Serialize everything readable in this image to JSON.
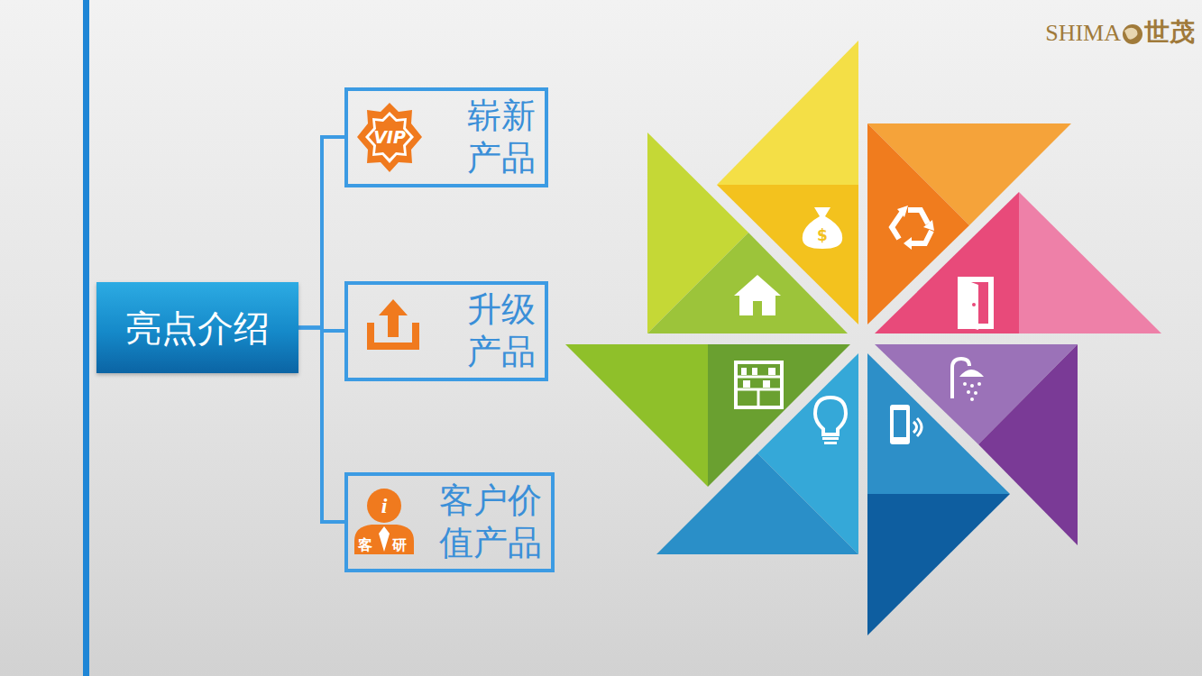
{
  "diagram": {
    "nodes": [
      {
        "text": [
          "亮点介绍"
        ]
      },
      {
        "text": [
          "崭新 产品"
        ]
      },
      {
        "text": [
          "升级 产品"
        ]
      },
      {
        "text": [
          "客户价 值产品"
        ]
      }
    ],
    "edges": [
      {
        "from": 0,
        "to": 1,
        "arrow": "none"
      },
      {
        "from": 0,
        "to": 2,
        "arrow": "none"
      },
      {
        "from": 0,
        "to": 3,
        "arrow": "none"
      }
    ],
    "labels": [
      "SHIMA",
      "世茂",
      "VIP",
      "i",
      "客",
      "研",
      "$"
    ]
  }
}
